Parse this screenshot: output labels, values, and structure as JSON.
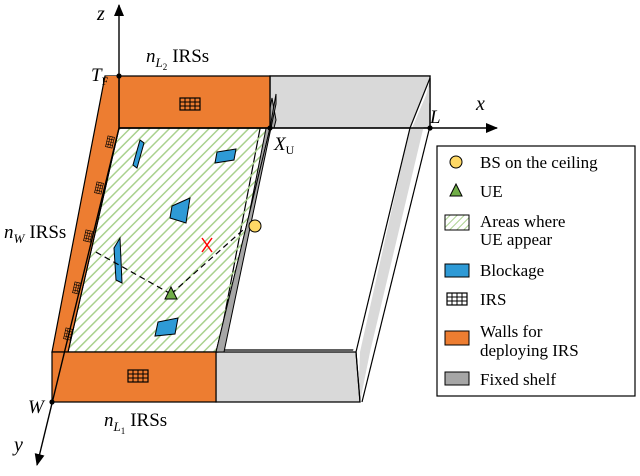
{
  "axes": {
    "z": "z",
    "x": "x",
    "y": "y"
  },
  "points": {
    "t": "T",
    "t_sub": "F",
    "x_u": "X",
    "x_u_sub": "U",
    "l": "L",
    "w": "W"
  },
  "labels": {
    "n": "n",
    "l2_sub": "L",
    "l2_subsub": "2",
    "l1_sub": "L",
    "l1_subsub": "1",
    "w_sub": "W",
    "irss": "IRSs"
  },
  "legend": {
    "items": [
      {
        "icon": "circle-icon",
        "text": [
          "BS on the ceiling"
        ]
      },
      {
        "icon": "triangle-icon",
        "text": [
          "UE"
        ]
      },
      {
        "icon": "hatched-area-icon",
        "text": [
          "Areas where",
          "UE appear"
        ]
      },
      {
        "icon": "blockage-icon",
        "text": [
          "Blockage"
        ]
      },
      {
        "icon": "irs-grid-icon",
        "text": [
          "IRS"
        ]
      },
      {
        "icon": "wall-icon",
        "text": [
          "Walls for",
          "deploying IRS"
        ]
      },
      {
        "icon": "shelf-icon",
        "text": [
          "Fixed shelf"
        ]
      }
    ]
  },
  "colors": {
    "wall": "#ED7D31",
    "shelf": "#A6A6A6",
    "side": "#D9D9D9",
    "hatch": "#A9D18E",
    "blockage": "#2E9AD6",
    "bs": "#FFD966",
    "ue": "#70AD47",
    "cross": "#FF0000"
  }
}
